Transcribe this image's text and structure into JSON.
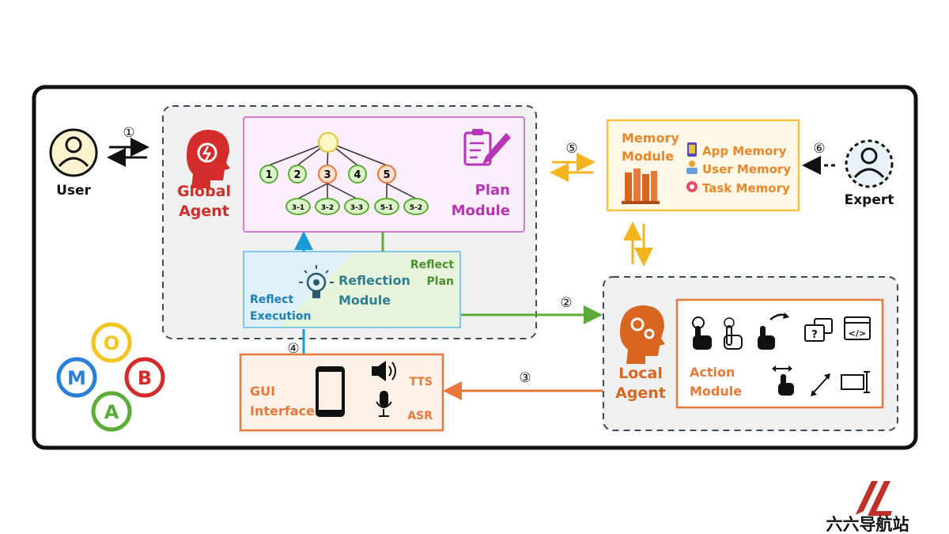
{
  "actors": {
    "user": "User",
    "expert": "Expert",
    "global_agent": [
      "Global",
      "Agent"
    ],
    "local_agent": [
      "Local",
      "Agent"
    ]
  },
  "plan_module": {
    "label": [
      "Plan",
      "Module"
    ],
    "tree": {
      "level1": [
        "1",
        "2",
        "3",
        "4",
        "5"
      ],
      "level2_from_3": [
        "3-1",
        "3-2",
        "3-3"
      ],
      "level2_from_5": [
        "5-1",
        "5-2"
      ]
    }
  },
  "reflection_module": {
    "label": [
      "Reflection",
      "Module"
    ],
    "reflect_execution": [
      "Reflect",
      "Execution"
    ],
    "reflect_plan": [
      "Reflect",
      "Plan"
    ]
  },
  "memory_module": {
    "label": [
      "Memory",
      "Module"
    ],
    "items": [
      "App Memory",
      "User Memory",
      "Task Memory"
    ]
  },
  "gui_interface": {
    "label": [
      "GUI",
      "Interface"
    ],
    "tts": "TTS",
    "asr": "ASR"
  },
  "action_module": {
    "label": [
      "Action",
      "Module"
    ]
  },
  "steps": [
    "①",
    "②",
    "③",
    "④",
    "⑤",
    "⑥"
  ],
  "logo_letters": [
    "O",
    "M",
    "B",
    "A"
  ],
  "watermark": "六六导航站",
  "colors": {
    "plan": "#b535b5",
    "plan_bg": "#fbeefb",
    "reflect_blue": "#1b9bd6",
    "reflect_green": "#5aab38",
    "memory": "#f3b51e",
    "gui": "#e8783a",
    "agent_red": "#d42b2b",
    "local_orange": "#d9661f",
    "panel_bg": "#f0f0f0"
  }
}
